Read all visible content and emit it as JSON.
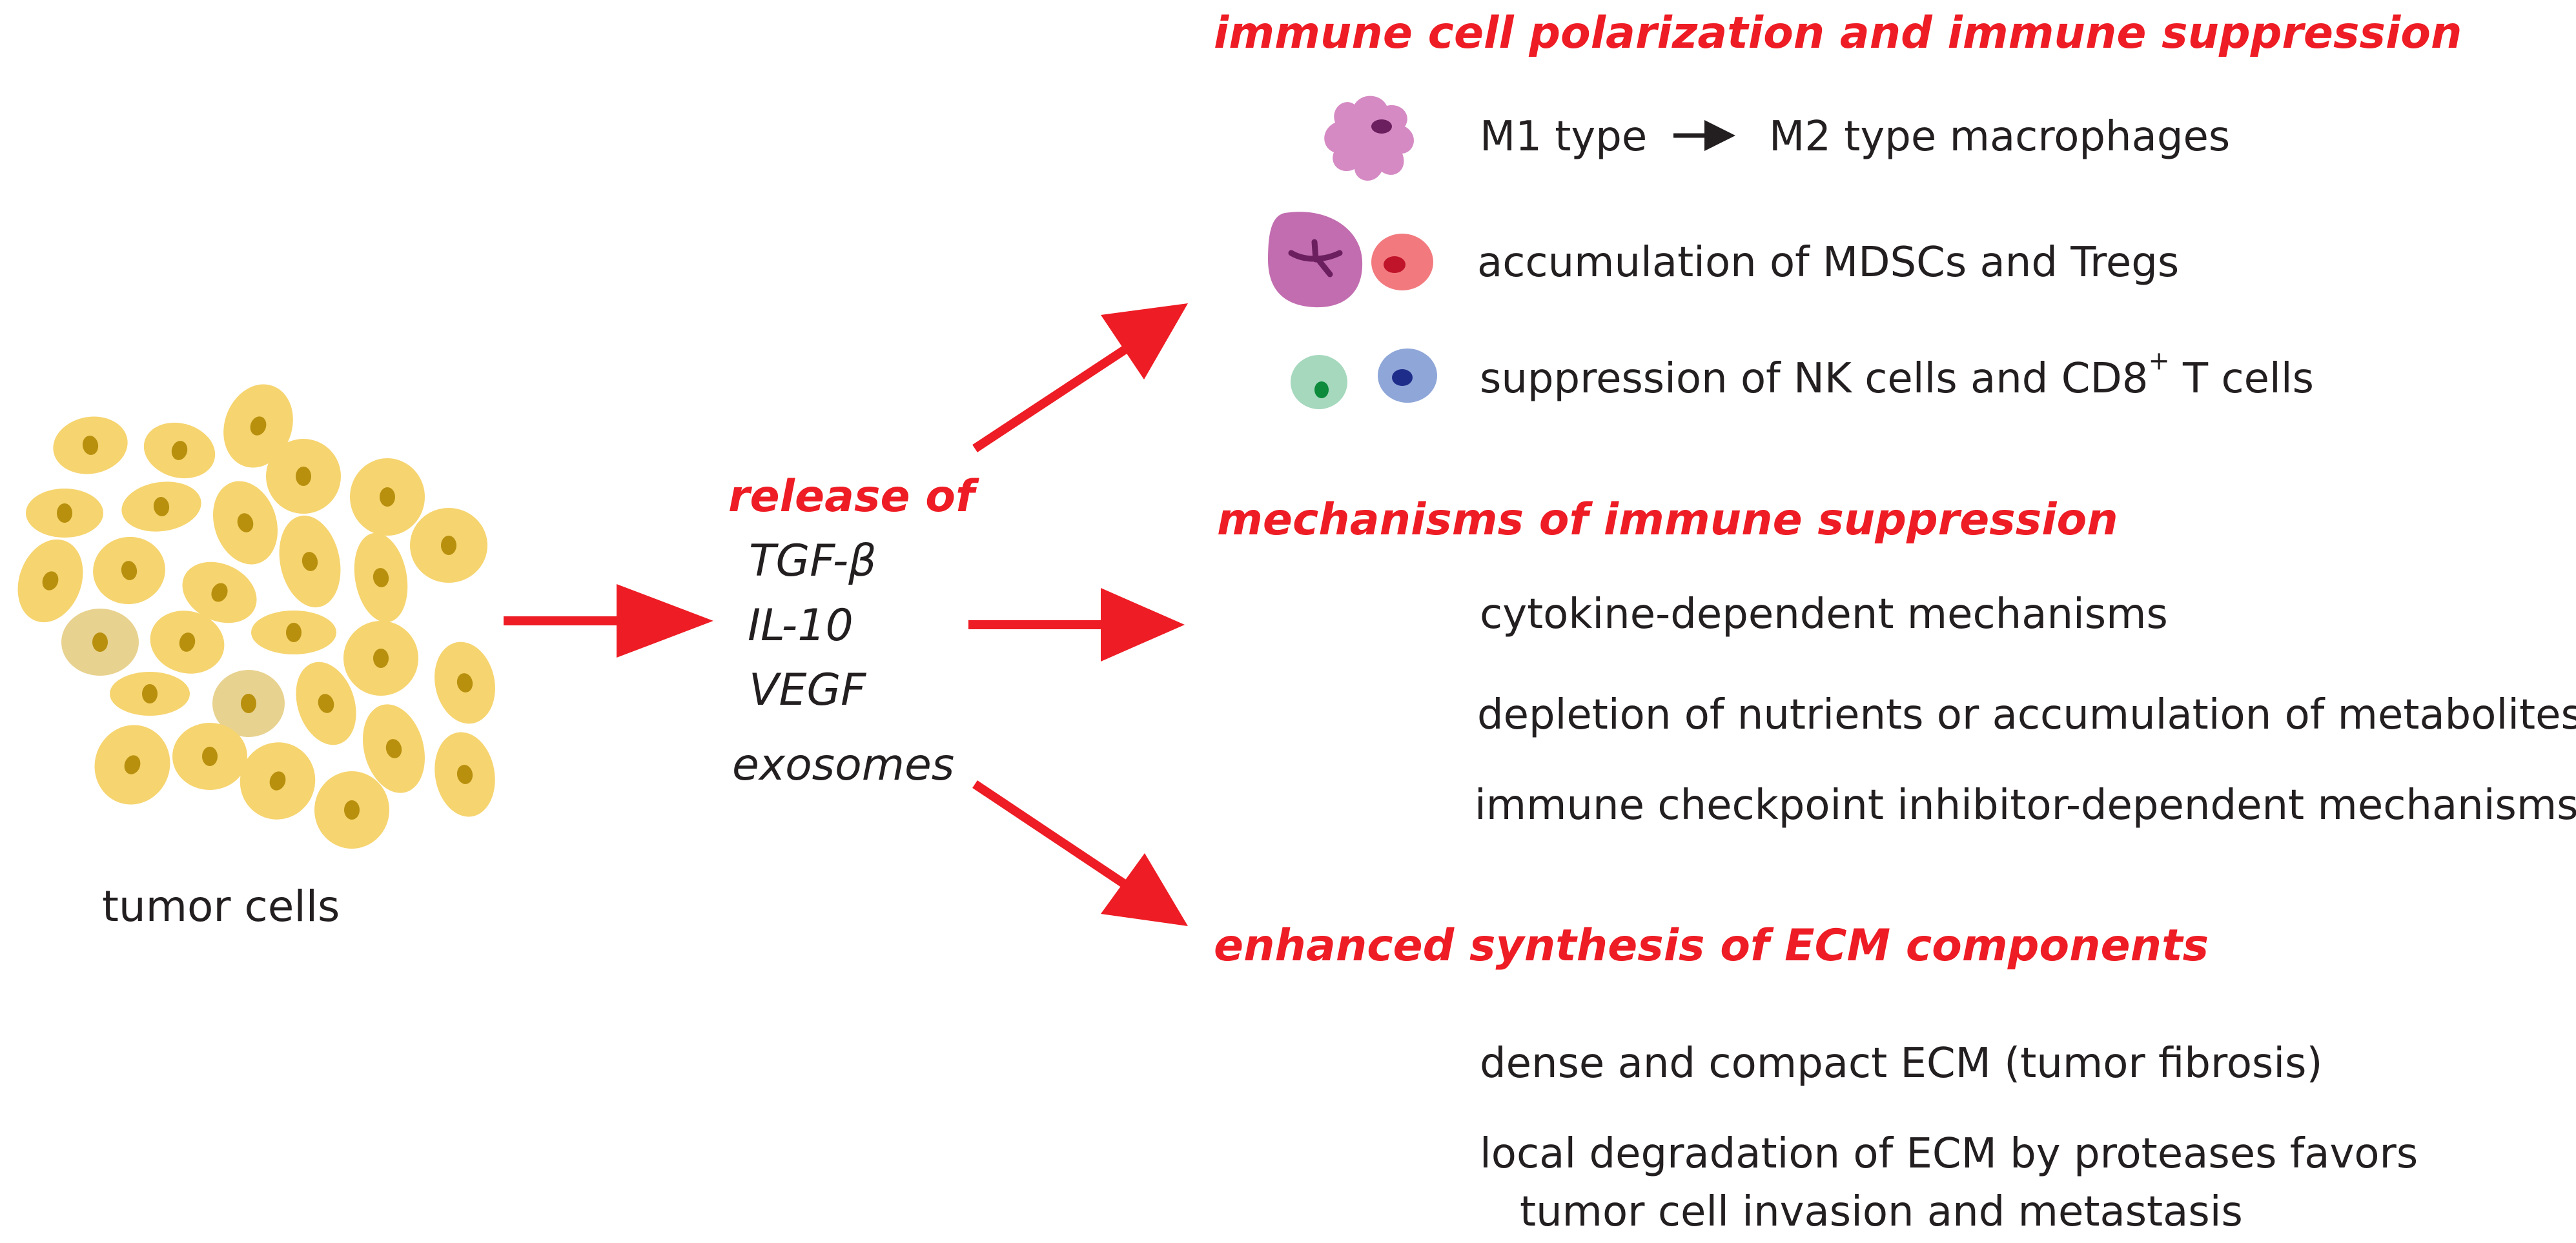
{
  "left": {
    "tumor_label": "tumor cells"
  },
  "release": {
    "heading": "release of",
    "factors": [
      "TGF-β",
      "IL-10",
      "VEGF",
      "exosomes"
    ]
  },
  "section_immune": {
    "heading": "immune cell polarization and immune suppression",
    "m1_label": "M1 type",
    "m2_label": "M2 type macrophages",
    "mdsc_label": "accumulation of MDSCs and Tregs",
    "nk_prefix": "suppression of  NK cells and CD8",
    "nk_sup": "+",
    "nk_suffix": " T cells"
  },
  "section_mechanisms": {
    "heading": "mechanisms of immune suppression",
    "items": [
      "cytokine-dependent mechanisms",
      "depletion of nutrients or accumulation of metabolites",
      "immune checkpoint inhibitor-dependent mechanisms"
    ]
  },
  "section_ecm": {
    "heading": "enhanced synthesis of ECM components",
    "item1": "dense and compact ECM (tumor fibrosis)",
    "item2_line1": "local degradation of ECM by proteases favors",
    "item2_line2": "tumor cell invasion and metastasis"
  },
  "colors": {
    "arrow_red": "#ee1c24",
    "tumor_fill": "#f6d46f",
    "tumor_nucleus": "#b8900e",
    "tumor_pale": "#e8d28f",
    "macrophage": "#d58ac3",
    "mdsc": "#c26db0",
    "treg": "#f27a7e",
    "nk": "#a5d8bd",
    "cd8": "#8fa6d8"
  }
}
